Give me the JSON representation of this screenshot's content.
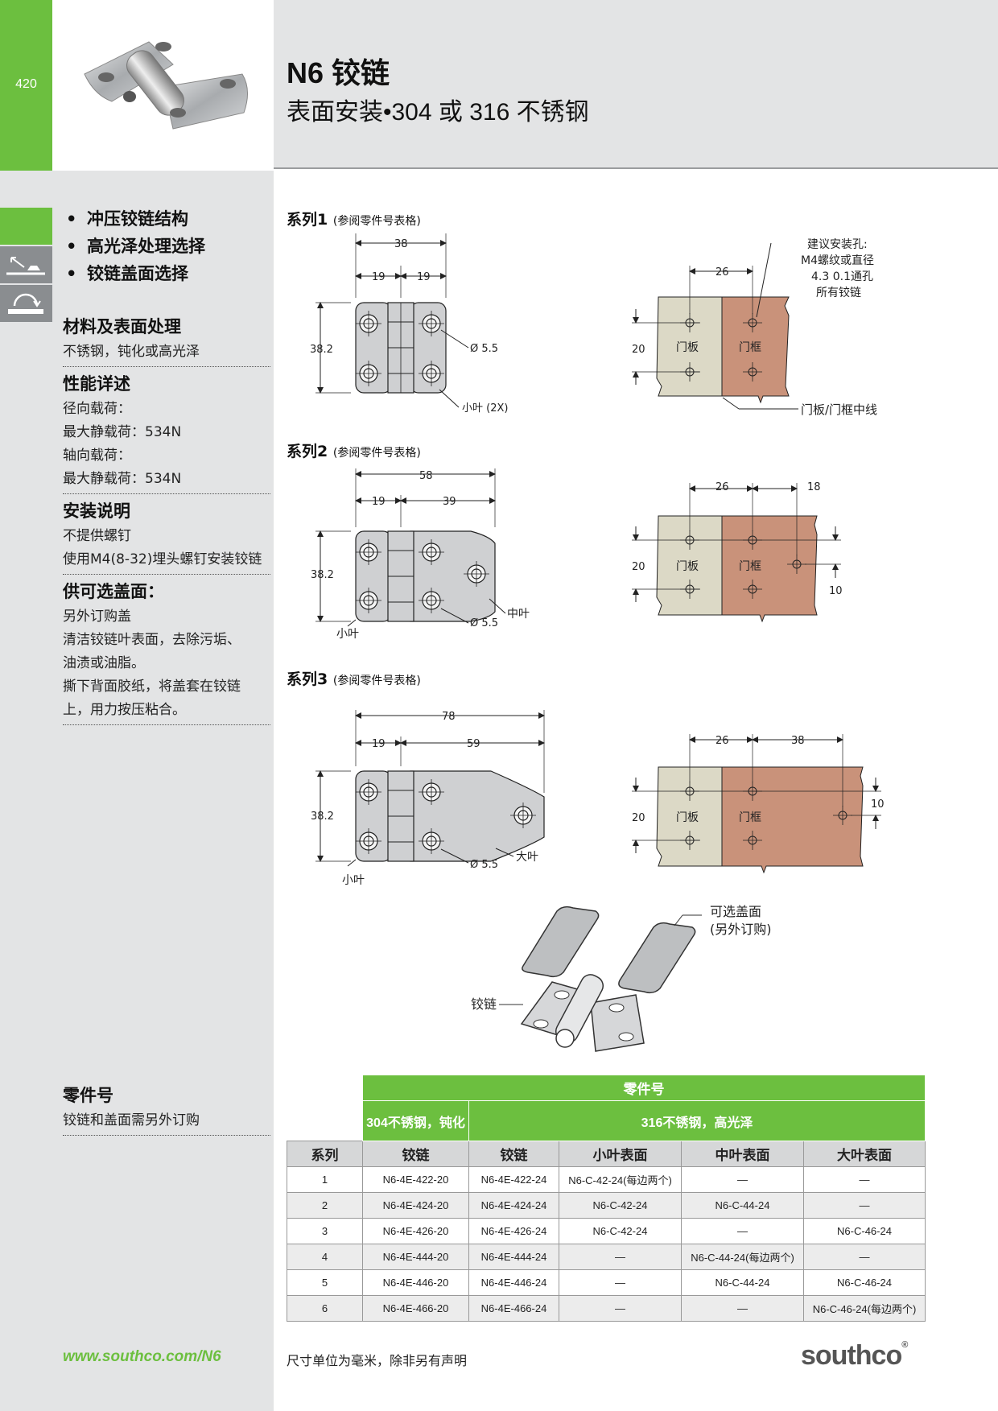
{
  "page_number": "420",
  "title": "N6 铰链",
  "subtitle": "表面安装•304 或 316 不锈钢",
  "features": [
    "冲压铰链结构",
    "高光泽处理选择",
    "铰链盖面选择"
  ],
  "specs": {
    "material_head": "材料及表面处理",
    "material_text": "不锈钢，钝化或高光泽",
    "performance_head": "性能详述",
    "radial_label": "径向载荷：",
    "radial_value": "最大静载荷：534N",
    "axial_label": "轴向载荷：",
    "axial_value": "最大静载荷：534N",
    "install_head": "安装说明",
    "install_line1": "不提供螺钉",
    "install_line2": "使用M4(8-32)埋头螺钉安装铰链",
    "cover_head": "供可选盖面：",
    "cover_line1": "另外订购盖",
    "cover_line2": "清洁铰链叶表面，去除污垢、",
    "cover_line3": "油渍或油脂。",
    "cover_line4": "撕下背面胶纸，将盖套在铰链",
    "cover_line5": "上，用力按压粘合。"
  },
  "parts_side": {
    "head": "零件号",
    "text": "铰链和盖面需另外订购"
  },
  "series": [
    {
      "title": "系列1",
      "note": "(参阅零件号表格)"
    },
    {
      "title": "系列2",
      "note": "(参阅零件号表格)"
    },
    {
      "title": "系列3",
      "note": "(参阅零件号表格)"
    }
  ],
  "drawing_labels": {
    "d38": "38",
    "d19": "19",
    "d39": "39",
    "d58": "58",
    "d59": "59",
    "d78": "78",
    "d382": "38.2",
    "hole": "Ø 5.5",
    "small_leaf_2x": "小叶 (2X)",
    "small_leaf": "小叶",
    "mid_leaf": "中叶",
    "large_leaf": "大叶",
    "d26": "26",
    "d18": "18",
    "d20": "20",
    "d10": "10",
    "door": "门板",
    "frame": "门框",
    "install_hole": "建议安装孔:",
    "install_hole2": "M4螺纹或直径",
    "install_hole3": "4.3  0.1通孔",
    "install_hole4": "所有铰链",
    "centerline": "门板/门框中线",
    "cover": "可选盖面",
    "cover2": "(另外订购)",
    "hinge": "铰链"
  },
  "table": {
    "caption": "零件号",
    "group1": "304不锈钢，钝化",
    "group2": "316不锈钢，高光泽",
    "headers": [
      "系列",
      "铰链",
      "铰链",
      "小叶表面",
      "中叶表面",
      "大叶表面"
    ],
    "rows": [
      [
        "1",
        "N6-4E-422-20",
        "N6-4E-422-24",
        "N6-C-42-24(每边两个)",
        "—",
        "—"
      ],
      [
        "2",
        "N6-4E-424-20",
        "N6-4E-424-24",
        "N6-C-42-24",
        "N6-C-44-24",
        "—"
      ],
      [
        "3",
        "N6-4E-426-20",
        "N6-4E-426-24",
        "N6-C-42-24",
        "—",
        "N6-C-46-24"
      ],
      [
        "4",
        "N6-4E-444-20",
        "N6-4E-444-24",
        "—",
        "N6-C-44-24(每边两个)",
        "—"
      ],
      [
        "5",
        "N6-4E-446-20",
        "N6-4E-446-24",
        "—",
        "N6-C-44-24",
        "N6-C-46-24"
      ],
      [
        "6",
        "N6-4E-466-20",
        "N6-4E-466-24",
        "—",
        "—",
        "N6-C-46-24(每边两个)"
      ]
    ]
  },
  "footer": {
    "url": "www.southco.com/N6",
    "note": "尺寸单位为毫米，除非另有声明",
    "logo": "southco",
    "reg": "®"
  },
  "colors": {
    "accent": "#6cbf3f",
    "panel": "#e3e4e5",
    "door": "#dcd9c6",
    "frame": "#c9927a"
  }
}
